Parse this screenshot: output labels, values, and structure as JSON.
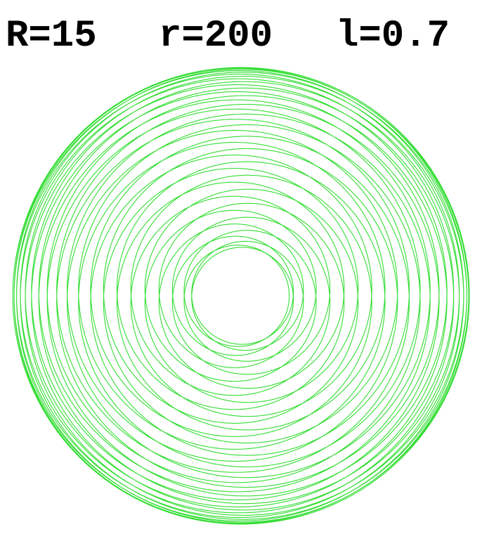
{
  "parameters": {
    "R_label": "R=15",
    "r_label": "r=200",
    "l_label": "l=0.7",
    "R": 15,
    "r": 200,
    "l": 0.7
  },
  "colors": {
    "background": "#ffffff",
    "curve": "#33dd33",
    "text": "#000000"
  }
}
